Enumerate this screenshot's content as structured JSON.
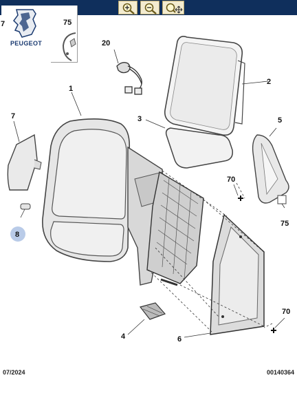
{
  "toolbar": {
    "buttons": [
      {
        "name": "zoom-in",
        "icon": "zoom-in-icon"
      },
      {
        "name": "zoom-out",
        "icon": "zoom-out-icon"
      },
      {
        "name": "pan",
        "icon": "pan-icon"
      }
    ],
    "bar_color": "#0f2f5c"
  },
  "brand": {
    "name": "PEUGEOT"
  },
  "thumb": {
    "label": "75",
    "corner_label": "7"
  },
  "callouts": {
    "p1": "1",
    "p2": "2",
    "p3": "3",
    "p4": "4",
    "p5": "5",
    "p6": "6",
    "p7": "7",
    "p8": "8",
    "p20": "20",
    "p70a": "70",
    "p70b": "70",
    "p75": "75"
  },
  "footer": {
    "date": "07/2024",
    "code": "00140364"
  },
  "highlight_color": "#b9cbe8"
}
